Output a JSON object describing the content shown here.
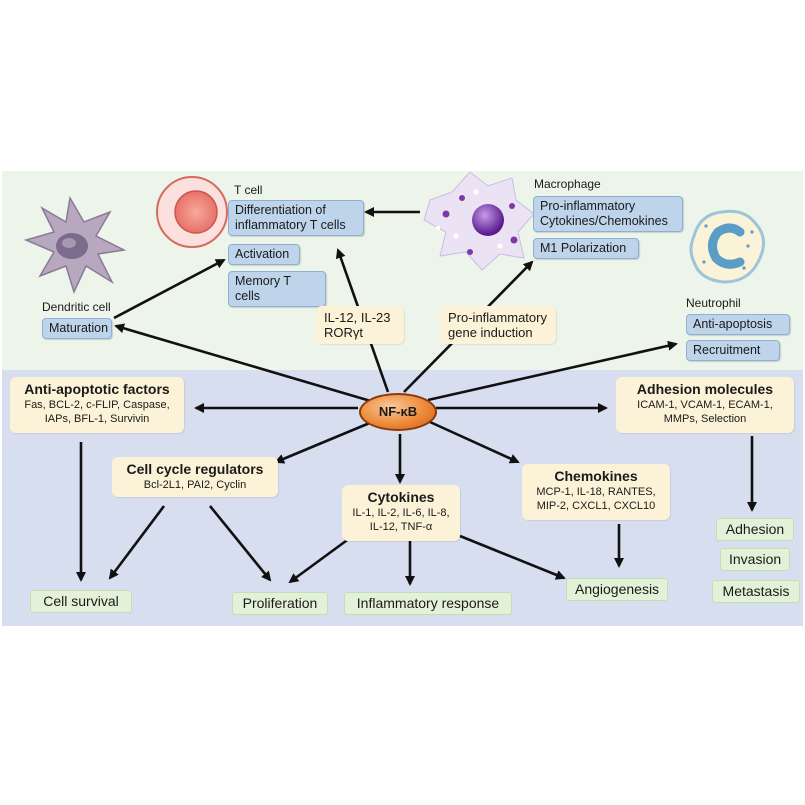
{
  "nfkb": "NF-κB",
  "cells": {
    "t_cell": "T cell",
    "macrophage": "Macrophage",
    "dendritic": "Dendritic cell",
    "neutrophil": "Neutrophil"
  },
  "t_cell_boxes": [
    "Differentiation of\ninflammatory T cells",
    "Activation",
    "Memory T cells"
  ],
  "macrophage_boxes": [
    "Pro-inflammatory\nCytokines/Chemokines",
    "M1 Polarization"
  ],
  "dendritic_box": "Maturation",
  "neutrophil_boxes": [
    "Anti-apoptosis",
    "Recruitment"
  ],
  "il_box": "IL-12, IL-23\nRORγt",
  "gene_box": "Pro-inflammatory\ngene induction",
  "anti_apoptotic": {
    "title": "Anti-apoptotic factors",
    "items": "Fas, BCL-2, c-FLIP, Caspase,\nIAPs, BFL-1, Survivin"
  },
  "adhesion": {
    "title": "Adhesion molecules",
    "items": "ICAM-1, VCAM-1, ECAM-1,\nMMPs, Selection"
  },
  "cell_cycle": {
    "title": "Cell cycle regulators",
    "items": "Bcl-2L1, PAI2, Cyclin"
  },
  "cytokines": {
    "title": "Cytokines",
    "items": "IL-1, IL-2, IL-6, IL-8,\nIL-12, TNF-α"
  },
  "chemokines": {
    "title": "Chemokines",
    "items": "MCP-1, IL-18, RANTES,\nMIP-2, CXCL1, CXCL10"
  },
  "outcomes": {
    "cell_survival": "Cell survival",
    "proliferation": "Proliferation",
    "inflammatory": "Inflammatory response",
    "angiogenesis": "Angiogenesis",
    "adhesion": "Adhesion",
    "invasion": "Invasion",
    "metastasis": "Metastasis"
  }
}
